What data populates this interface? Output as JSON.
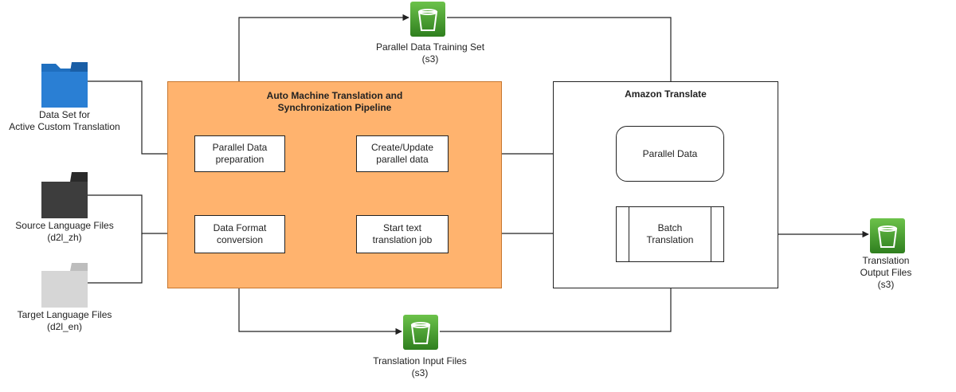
{
  "sources": {
    "dataset": {
      "label": "Data Set for\nActive Custom Translation",
      "color": "#1f6fbf"
    },
    "source_lang": {
      "label": "Source Language Files\n(d2l_zh)",
      "color": "#3d3d3d"
    },
    "target_lang": {
      "label": "Target Language Files\n(d2l_en)",
      "color": "#cfcfcf"
    }
  },
  "pipeline": {
    "title": "Auto Machine Translation and\nSynchronization Pipeline",
    "fill": "#ffb36e",
    "steps": {
      "prep": "Parallel Data\npreparation",
      "create": "Create/Update\nparallel data",
      "convert": "Data Format\nconversion",
      "start": "Start text\ntranslation job"
    }
  },
  "amazon": {
    "title": "Amazon Translate",
    "parallel": "Parallel Data",
    "batch": "Batch\nTranslation"
  },
  "buckets": {
    "training": "Parallel Data Training Set\n(s3)",
    "input": "Translation Input Files\n(s3)",
    "output": "Translation Output Files\n(s3)",
    "color": "#3f9b2a"
  }
}
